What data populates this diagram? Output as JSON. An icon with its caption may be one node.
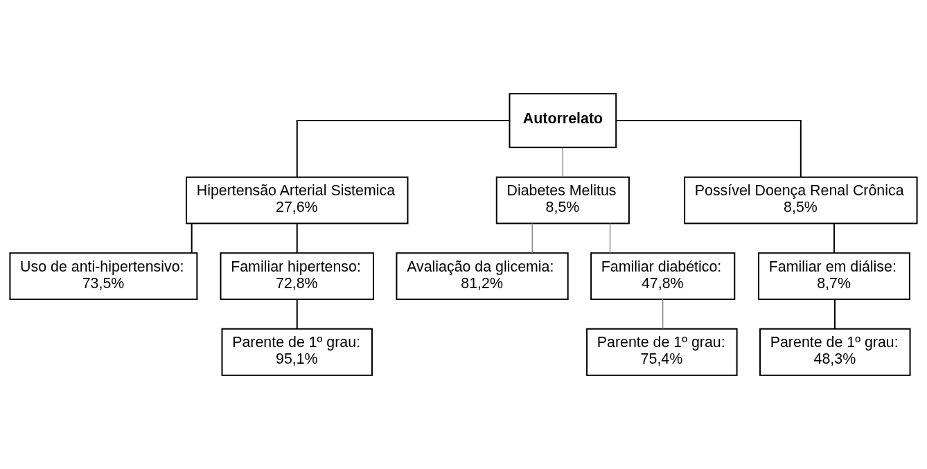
{
  "diagram": {
    "nodes": [
      {
        "text": [
          "Autorrelato"
        ]
      },
      {
        "text": [
          "Hipertensão Arterial Sistemica",
          "27,6%"
        ]
      },
      {
        "text": [
          "Diabetes Melitus",
          "8,5%"
        ]
      },
      {
        "text": [
          "Possível Doença Renal Crônica",
          "8,5%"
        ]
      },
      {
        "text": [
          "Uso de anti-hipertensivo:",
          "73,5%"
        ]
      },
      {
        "text": [
          "Familiar hipertenso:",
          "72,8%"
        ]
      },
      {
        "text": [
          "Avaliação da glicemia:",
          "81,2%"
        ]
      },
      {
        "text": [
          "Familiar diabético:",
          "47,8%"
        ]
      },
      {
        "text": [
          "Familiar em diálise:",
          "8,7%"
        ]
      },
      {
        "text": [
          "Parente de 1º grau:",
          "95,1%"
        ]
      },
      {
        "text": [
          "Parente de 1º grau:",
          "75,4%"
        ]
      },
      {
        "text": [
          "Parente de 1º grau:",
          "48,3%"
        ]
      }
    ],
    "edges": [
      {
        "from": 0,
        "to": 1,
        "arrow": "none"
      },
      {
        "from": 0,
        "to": 2,
        "arrow": "none",
        "color": "#808080"
      },
      {
        "from": 0,
        "to": 3,
        "arrow": "none"
      },
      {
        "from": 1,
        "to": 4,
        "arrow": "none"
      },
      {
        "from": 1,
        "to": 5,
        "arrow": "none"
      },
      {
        "from": 2,
        "to": 6,
        "arrow": "none",
        "color": "#808080"
      },
      {
        "from": 2,
        "to": 7,
        "arrow": "none",
        "color": "#808080"
      },
      {
        "from": 3,
        "to": 8,
        "arrow": "none"
      },
      {
        "from": 5,
        "to": 9,
        "arrow": "none"
      },
      {
        "from": 7,
        "to": 10,
        "arrow": "none",
        "color": "#808080"
      },
      {
        "from": 8,
        "to": 11,
        "arrow": "none"
      }
    ]
  }
}
